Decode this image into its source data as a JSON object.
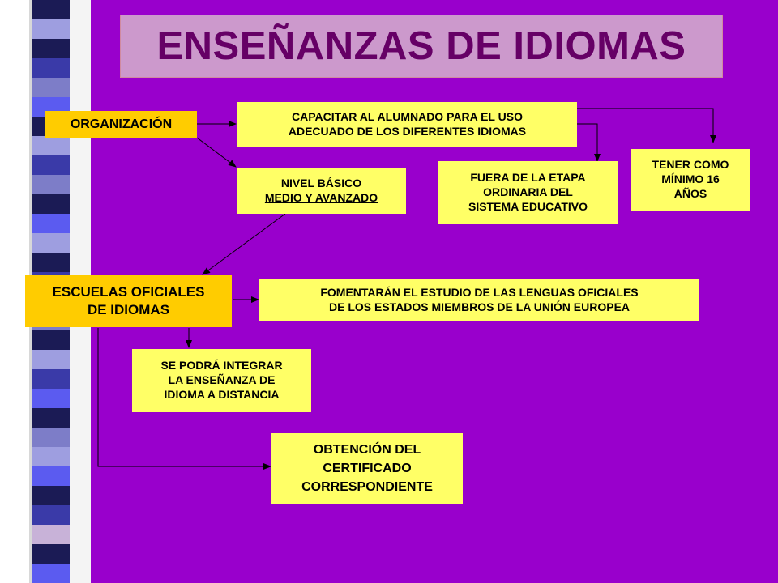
{
  "title": "ENSEÑANZAS DE IDIOMAS",
  "colors": {
    "background": "#9900cc",
    "title_bg": "#cc99cc",
    "title_text": "#660066",
    "box_yellow": "#ffff66",
    "box_orange": "#ffcc00"
  },
  "nodes": {
    "organizacion": "ORGANIZACIÓN",
    "capacitar": {
      "line1": "CAPACITAR AL ALUMNADO PARA EL USO",
      "line2": "ADECUADO DE LOS DIFERENTES IDIOMAS"
    },
    "tener_minimo": {
      "line1": "TENER COMO",
      "line2": "MÍNIMO 16",
      "line3": "AÑOS"
    },
    "fuera_etapa": {
      "line1": "FUERA DE LA ETAPA",
      "line2": "ORDINARIA DEL",
      "line3": "SISTEMA EDUCATIVO"
    },
    "nivel": {
      "line1": "NIVEL BÁSICO",
      "line2": "MEDIO Y AVANZADO"
    },
    "escuelas": {
      "line1": "ESCUELAS OFICIALES",
      "line2": "DE IDIOMAS"
    },
    "fomentaran": {
      "line1": "FOMENTARÁN EL ESTUDIO DE LAS LENGUAS OFICIALES",
      "line2": "DE LOS ESTADOS MIEMBROS DE LA UNIÓN EUROPEA"
    },
    "integrar": {
      "line1": "SE PODRÁ INTEGRAR",
      "line2": "LA ENSEÑANZA DE",
      "line3": "IDIOMA A DISTANCIA"
    },
    "obtencion": {
      "line1": "OBTENCIÓN DEL",
      "line2": "CERTIFICADO",
      "line3": "CORRESPONDIENTE"
    }
  }
}
